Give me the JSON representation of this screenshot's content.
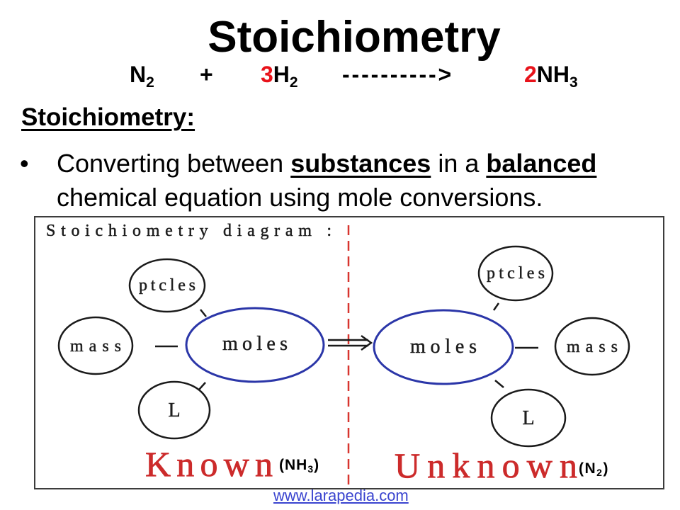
{
  "colors": {
    "text": "#000000",
    "coefficient": "#e8121a",
    "circle_blue": "#2b36a8",
    "divider_red": "#d8342f",
    "label_red": "#cc2b2b",
    "link": "#3a44cf"
  },
  "slide": {
    "title": "Stoichiometry",
    "equation": {
      "reactant_1": {
        "symbol": "N",
        "subscript": "2"
      },
      "plus": "+",
      "reactant_2": {
        "coefficient": "3",
        "symbol": "H",
        "subscript": "2"
      },
      "arrow": "---------->",
      "product": {
        "coefficient": "2",
        "symbol": "NH",
        "subscript": "3"
      }
    },
    "heading": "Stoichiometry:",
    "bullet": {
      "marker": "•",
      "text_1": "Converting between ",
      "emphasis_1": "substances",
      "text_2": " in a ",
      "emphasis_2": "balanced",
      "text_3": "chemical equation using mole conversions."
    }
  },
  "diagram": {
    "heading": "Stoichiometry diagram :",
    "known_side": {
      "center": "moles",
      "top": "ptcles",
      "left": "mass",
      "bottom": "L",
      "label": "Known",
      "species": {
        "open": "(NH",
        "subscript": "3",
        "close": ")"
      }
    },
    "unknown_side": {
      "center": "moles",
      "top": "ptcles",
      "right": "mass",
      "bottom": "L",
      "label": "Unknown",
      "species": {
        "open": "(N",
        "subscript": "2",
        "close": ")"
      }
    }
  },
  "footer": {
    "link": "www.larapedia.com"
  }
}
